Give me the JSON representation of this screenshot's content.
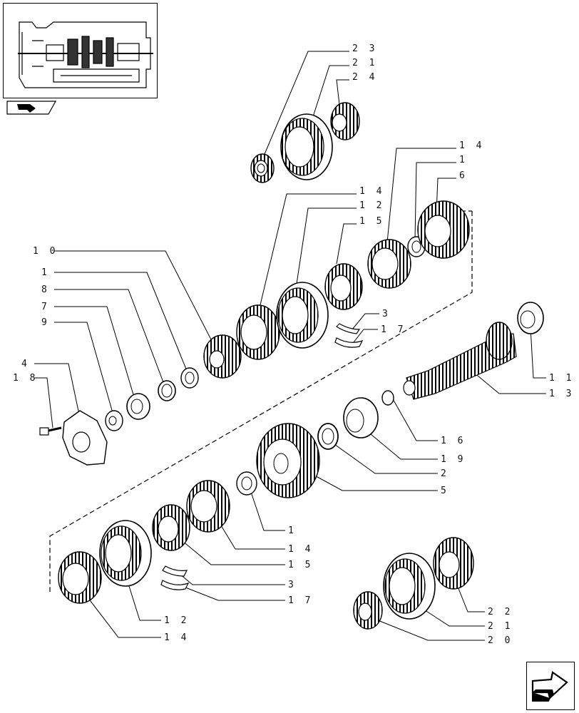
{
  "callouts": [
    {
      "id": "c23a",
      "text": "2 3"
    },
    {
      "id": "c21a",
      "text": "2 1"
    },
    {
      "id": "c24",
      "text": "2 4"
    },
    {
      "id": "c14a",
      "text": "1 4"
    },
    {
      "id": "c1a",
      "text": "1"
    },
    {
      "id": "c6",
      "text": "6"
    },
    {
      "id": "c14b",
      "text": "1 4"
    },
    {
      "id": "c12a",
      "text": "1 2"
    },
    {
      "id": "c15a",
      "text": "1 5"
    },
    {
      "id": "c10",
      "text": "1 0"
    },
    {
      "id": "c1b",
      "text": "1"
    },
    {
      "id": "c8",
      "text": "8"
    },
    {
      "id": "c7",
      "text": "7"
    },
    {
      "id": "c9",
      "text": "9"
    },
    {
      "id": "c4",
      "text": "4"
    },
    {
      "id": "c18",
      "text": "1 8"
    },
    {
      "id": "c3a",
      "text": "3"
    },
    {
      "id": "c17a",
      "text": "1 7"
    },
    {
      "id": "c11",
      "text": "1 1"
    },
    {
      "id": "c13",
      "text": "1 3"
    },
    {
      "id": "c16",
      "text": "1 6"
    },
    {
      "id": "c19",
      "text": "1 9"
    },
    {
      "id": "c2",
      "text": "2"
    },
    {
      "id": "c5",
      "text": "5"
    },
    {
      "id": "c1c",
      "text": "1"
    },
    {
      "id": "c14c",
      "text": "1 4"
    },
    {
      "id": "c15b",
      "text": "1 5"
    },
    {
      "id": "c3b",
      "text": "3"
    },
    {
      "id": "c17b",
      "text": "1 7"
    },
    {
      "id": "c12b",
      "text": "1 2"
    },
    {
      "id": "c14d",
      "text": "1 4"
    },
    {
      "id": "c22",
      "text": "2 2"
    },
    {
      "id": "c21b",
      "text": "2 1"
    },
    {
      "id": "c20",
      "text": "2 0"
    }
  ]
}
